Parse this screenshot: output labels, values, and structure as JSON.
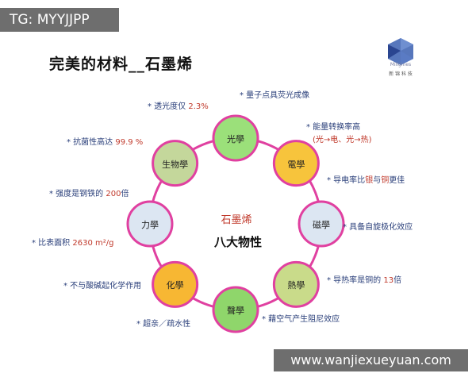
{
  "tg_label": "TG: MYYJJPP",
  "title": "完美的材料__石墨烯",
  "logo": {
    "text": "Millgines",
    "cn": "新 锦 科 技"
  },
  "center": {
    "title": "石墨烯",
    "subtitle": "八大物性"
  },
  "nodes": [
    {
      "label": "光學",
      "color": "#9be07a"
    },
    {
      "label": "電學",
      "color": "#f7c43c"
    },
    {
      "label": "磁學",
      "color": "#dce6f2"
    },
    {
      "label": "熱學",
      "color": "#c9db8a"
    },
    {
      "label": "聲學",
      "color": "#8fd66b"
    },
    {
      "label": "化學",
      "color": "#f7b733"
    },
    {
      "label": "力學",
      "color": "#dce6f2"
    },
    {
      "label": "生物學",
      "color": "#c4d79b"
    }
  ],
  "annotations": {
    "a1": {
      "prefix": "* 透光度仅 ",
      "value": "2.3%"
    },
    "a2": {
      "text": "* 量子点具荧光成像"
    },
    "a3": {
      "line1": "* 能量转换率高",
      "line2": "(光→电、光→热)"
    },
    "a4": {
      "prefix": "* 抗菌性高达 ",
      "value": "99.9 %"
    },
    "a5": {
      "prefix": "* 导电率比",
      "value1": "银",
      "mid": "与",
      "value2": "铜",
      "suffix": "更佳"
    },
    "a6": {
      "prefix": "* 强度是钢铁的 ",
      "value": "200",
      "suffix": "倍"
    },
    "a7": {
      "text": "* 具备自旋极化效应"
    },
    "a8": {
      "prefix": "* 比表面积 ",
      "value": "2630 m²/g"
    },
    "a9": {
      "prefix": "* 导热率是铜的 ",
      "value": "13",
      "suffix": "倍"
    },
    "a10": {
      "text": "* 不与酸碱起化学作用"
    },
    "a11": {
      "text": "* 超亲／疏水性"
    },
    "a12": {
      "text": "* 藉空气产生阻尼效应"
    }
  },
  "ring_color": "#e040a0",
  "watermark": "www.wanjiexueyuan.com"
}
